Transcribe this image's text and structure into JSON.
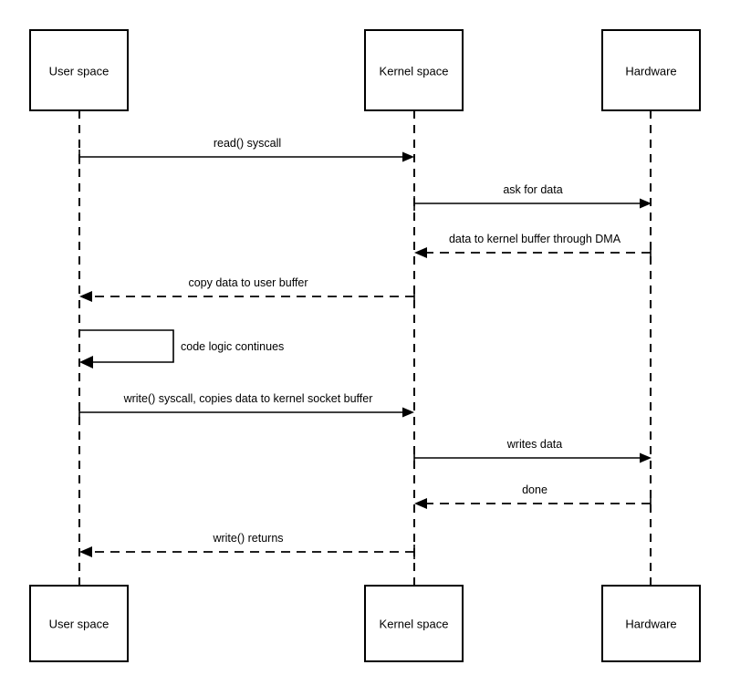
{
  "diagram": {
    "type": "sequence-diagram",
    "title": "",
    "participants": [
      {
        "id": "user",
        "label": "User space"
      },
      {
        "id": "kernel",
        "label": "Kernel space"
      },
      {
        "id": "hardware",
        "label": "Hardware"
      }
    ],
    "participants_bottom": [
      {
        "id": "user",
        "label": "User space"
      },
      {
        "id": "kernel",
        "label": "Kernel space"
      },
      {
        "id": "hardware",
        "label": "Hardware"
      }
    ],
    "messages": [
      {
        "id": "m1",
        "label": "read() syscall",
        "from": "user",
        "to": "kernel",
        "style": "solid",
        "direction": "right"
      },
      {
        "id": "m2",
        "label": "ask for data",
        "from": "kernel",
        "to": "hardware",
        "style": "solid",
        "direction": "right"
      },
      {
        "id": "m3",
        "label": "data to kernel buffer through DMA",
        "from": "hardware",
        "to": "kernel",
        "style": "dashed",
        "direction": "left"
      },
      {
        "id": "m4",
        "label": "copy data to user buffer",
        "from": "kernel",
        "to": "user",
        "style": "dashed",
        "direction": "left"
      },
      {
        "id": "m5",
        "label": "code logic continues",
        "from": "user",
        "to": "user",
        "style": "solid",
        "direction": "self"
      },
      {
        "id": "m6",
        "label": "write() syscall, copies data to kernel socket buffer",
        "from": "user",
        "to": "kernel",
        "style": "solid",
        "direction": "right"
      },
      {
        "id": "m7",
        "label": "writes data",
        "from": "kernel",
        "to": "hardware",
        "style": "solid",
        "direction": "right"
      },
      {
        "id": "m8",
        "label": "done",
        "from": "hardware",
        "to": "kernel",
        "style": "dashed",
        "direction": "left"
      },
      {
        "id": "m9",
        "label": "write() returns",
        "from": "kernel",
        "to": "user",
        "style": "dashed",
        "direction": "left"
      }
    ],
    "colors": {
      "stroke": "#000000",
      "fill": "#ffffff",
      "background": "#ffffff"
    }
  }
}
